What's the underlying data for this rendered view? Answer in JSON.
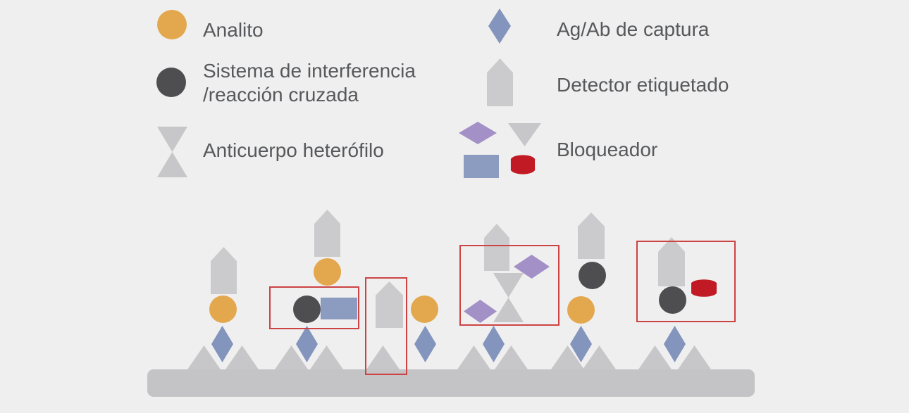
{
  "colors": {
    "background": "#EFEFEF",
    "text": "#57585B",
    "analyte": "#E3A84D",
    "interference": "#4E4E50",
    "shape_gray": "#C7C7C9",
    "surface_gray": "#C4C4C6",
    "detector_gray": "#CBCBCD",
    "capture_blue": "#8394BD",
    "blocker_blue": "#8C9BC0",
    "blocker_purple": "#A290C6",
    "blocker_red": "#C21A25",
    "highlight_red": "#CD4343"
  },
  "legend": {
    "left": [
      {
        "icon": "analyte-circle",
        "label": "Analito"
      },
      {
        "icon": "interference-circle",
        "label": "Sistema de interferencia\n/reacción cruzada"
      },
      {
        "icon": "heterophile-antibody-hourglass",
        "label": "Anticuerpo heterófilo"
      }
    ],
    "right": [
      {
        "icon": "capture-diamond",
        "label": "Ag/Ab de captura"
      },
      {
        "icon": "labeled-detector-pentagon",
        "label": "Detector etiquetado"
      },
      {
        "icon": "blocker-shapes-group",
        "label": "Bloqueador"
      }
    ]
  }
}
